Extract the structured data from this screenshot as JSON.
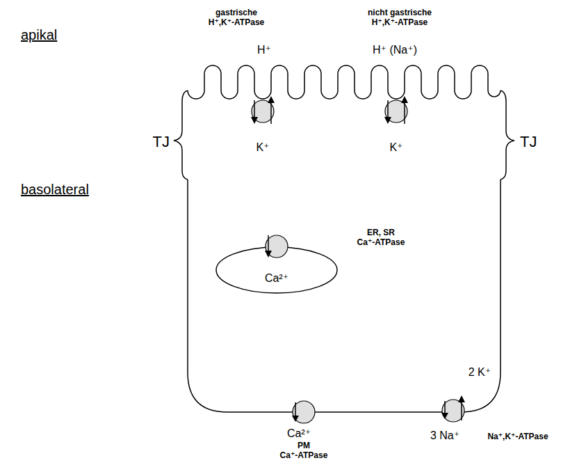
{
  "diagram": {
    "nodes": [
      {
        "text": [
          "Ca²⁺"
        ]
      }
    ],
    "labels": [
      "apikal",
      "gastrische H⁺,K⁺-ATPase",
      "nicht gastrische H⁺,K⁺-ATPase",
      "H⁺",
      "H⁺ (Na⁺)",
      "TJ",
      "K⁺",
      "K⁺",
      "TJ",
      "ER, SR Ca⁺-ATPase",
      "basolateral",
      "2 K⁺",
      "Ca²⁺",
      "3 Na⁺",
      "Na⁺,K⁺-ATPase",
      "PM Ca⁺-ATPase"
    ]
  }
}
